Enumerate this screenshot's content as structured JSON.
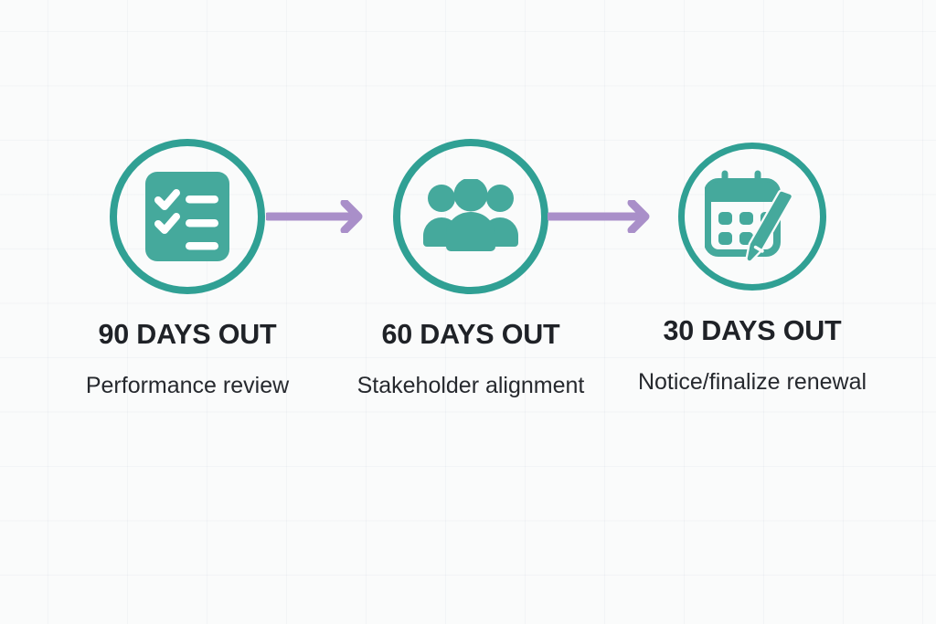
{
  "diagram": {
    "type": "horizontal-process-flow",
    "title_visible": false,
    "background_color": "#fafbfb",
    "accent_color": "#30a094",
    "icon_fill_color": "#45a99c",
    "arrow_color": "#a98fc9",
    "text_color": "#1f2227",
    "steps": [
      {
        "id": "step-90-days",
        "heading": "90 DAYS OUT",
        "caption": "Performance review",
        "icon": "clipboard-checklist-icon"
      },
      {
        "id": "step-60-days",
        "heading": "60 DAYS OUT",
        "caption": "Stakeholder alignment",
        "icon": "people-group-icon"
      },
      {
        "id": "step-30-days",
        "heading": "30 DAYS OUT",
        "caption": "Notice/finalize renewal",
        "icon": "calendar-pencil-icon"
      }
    ],
    "connectors": [
      {
        "id": "connector-1",
        "from": "step-90-days",
        "to": "step-60-days",
        "shape": "arrow-right"
      },
      {
        "id": "connector-2",
        "from": "step-60-days",
        "to": "step-30-days",
        "shape": "arrow-right"
      }
    ]
  }
}
